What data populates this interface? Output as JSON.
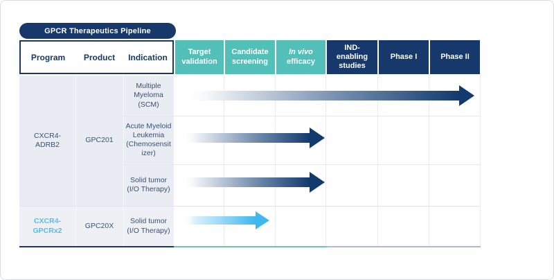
{
  "title": "GPCR Therapeutics Pipeline",
  "columns": {
    "program": "Program",
    "product": "Product",
    "indication": "Indication"
  },
  "phases": [
    {
      "label": "Target validation"
    },
    {
      "label": "Candidate screening"
    },
    {
      "line1": "In vivo",
      "line2": "efficacy"
    },
    {
      "label": "IND-enabling studies"
    },
    {
      "label": "Phase I"
    },
    {
      "label": "Phase II"
    }
  ],
  "programs": [
    {
      "name": "CXCR4-ADRB2",
      "product": "GPC201",
      "indications": [
        "Multiple Myeloma (SCM)",
        "Acute Myeloid Leukemia (Chemosensitizer)",
        "Solid tumor (I/O Therapy)"
      ]
    },
    {
      "name": "CXCR4-GPCRx2",
      "product": "GPC20X",
      "indications": [
        "Solid tumor (I/O Therapy)"
      ]
    }
  ],
  "pipeline_status": [
    {
      "indication": "Multiple Myeloma (SCM)",
      "stage_reached": "Phase II",
      "arrow_color": "#123a6e"
    },
    {
      "indication": "Acute Myeloid Leukemia (Chemosensitizer)",
      "stage_reached": "In vivo efficacy",
      "arrow_color": "#123a6e"
    },
    {
      "indication": "Solid tumor (I/O Therapy)",
      "stage_reached": "In vivo efficacy",
      "arrow_color": "#123a6e"
    },
    {
      "indication": "Solid tumor (I/O Therapy)",
      "stage_reached": "Candidate screening",
      "arrow_color": "#3fb7ef"
    }
  ],
  "colors": {
    "navy": "#16386a",
    "teal": "#52bfb9",
    "arrow_navy": "#123a6e",
    "arrow_light_blue": "#3fb7ef",
    "row_background": "#e9ecf2",
    "highlight_program_text": "#56bdea"
  }
}
